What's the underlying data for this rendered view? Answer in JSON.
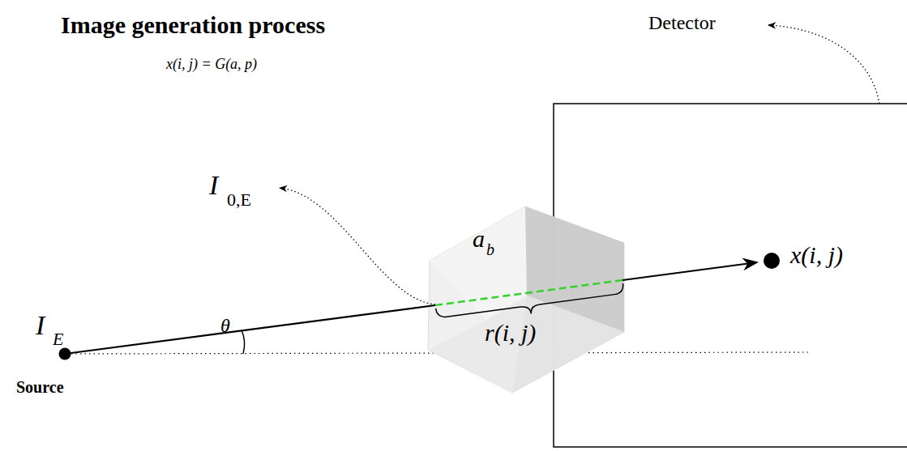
{
  "diagram": {
    "title": "Image generation process",
    "labels": [
      "x(i, j) = G(a, p)",
      "Detector",
      "I",
      "0,E",
      "a",
      "b",
      "x(i, j)",
      "I",
      "E",
      "θ",
      "r(i, j)",
      "Source"
    ]
  }
}
